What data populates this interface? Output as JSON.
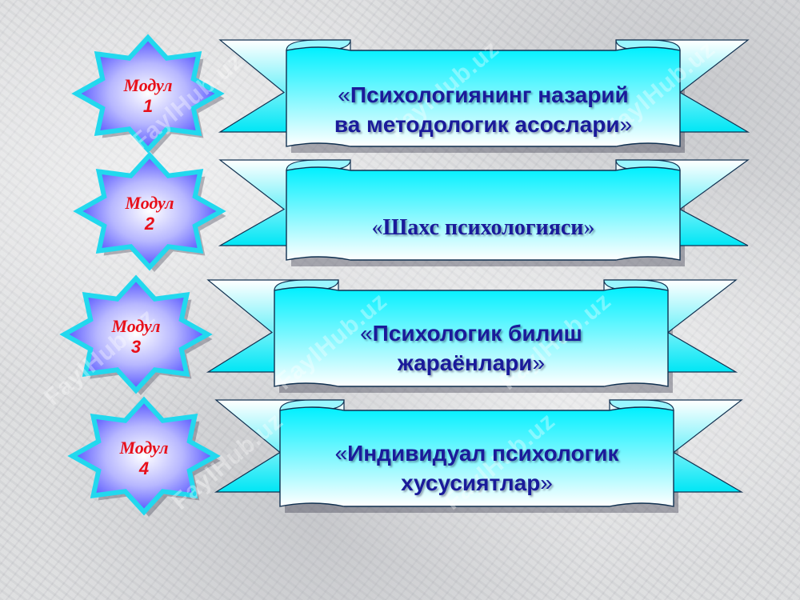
{
  "watermark": "FaylHub.uz",
  "modules": [
    {
      "label": "Модул",
      "number": "1",
      "title_open": "«",
      "title_line1": "Психологиянинг назарий",
      "title_line2": "ва методологик асослари",
      "title_close": "»"
    },
    {
      "label": "Модул",
      "number": "2",
      "title_open": "«",
      "title_line1": "Шахс психологияси",
      "title_line2": "",
      "title_close": "»"
    },
    {
      "label": "Модул",
      "number": "3",
      "title_open": "«",
      "title_line1": "Психологик билиш",
      "title_line2": "жараёнлари",
      "title_close": "»"
    },
    {
      "label": "Модул",
      "number": "4",
      "title_open": "«",
      "title_line1": "Индивидуал психологик",
      "title_line2": "хусусиятлар",
      "title_close": "»"
    }
  ],
  "colors": {
    "banner_cyan": "#00f0ff",
    "star_blue": "#2a2aff",
    "star_border": "#22d8ee",
    "label_red": "#e8101a",
    "title_navy": "#1a1a9a"
  }
}
